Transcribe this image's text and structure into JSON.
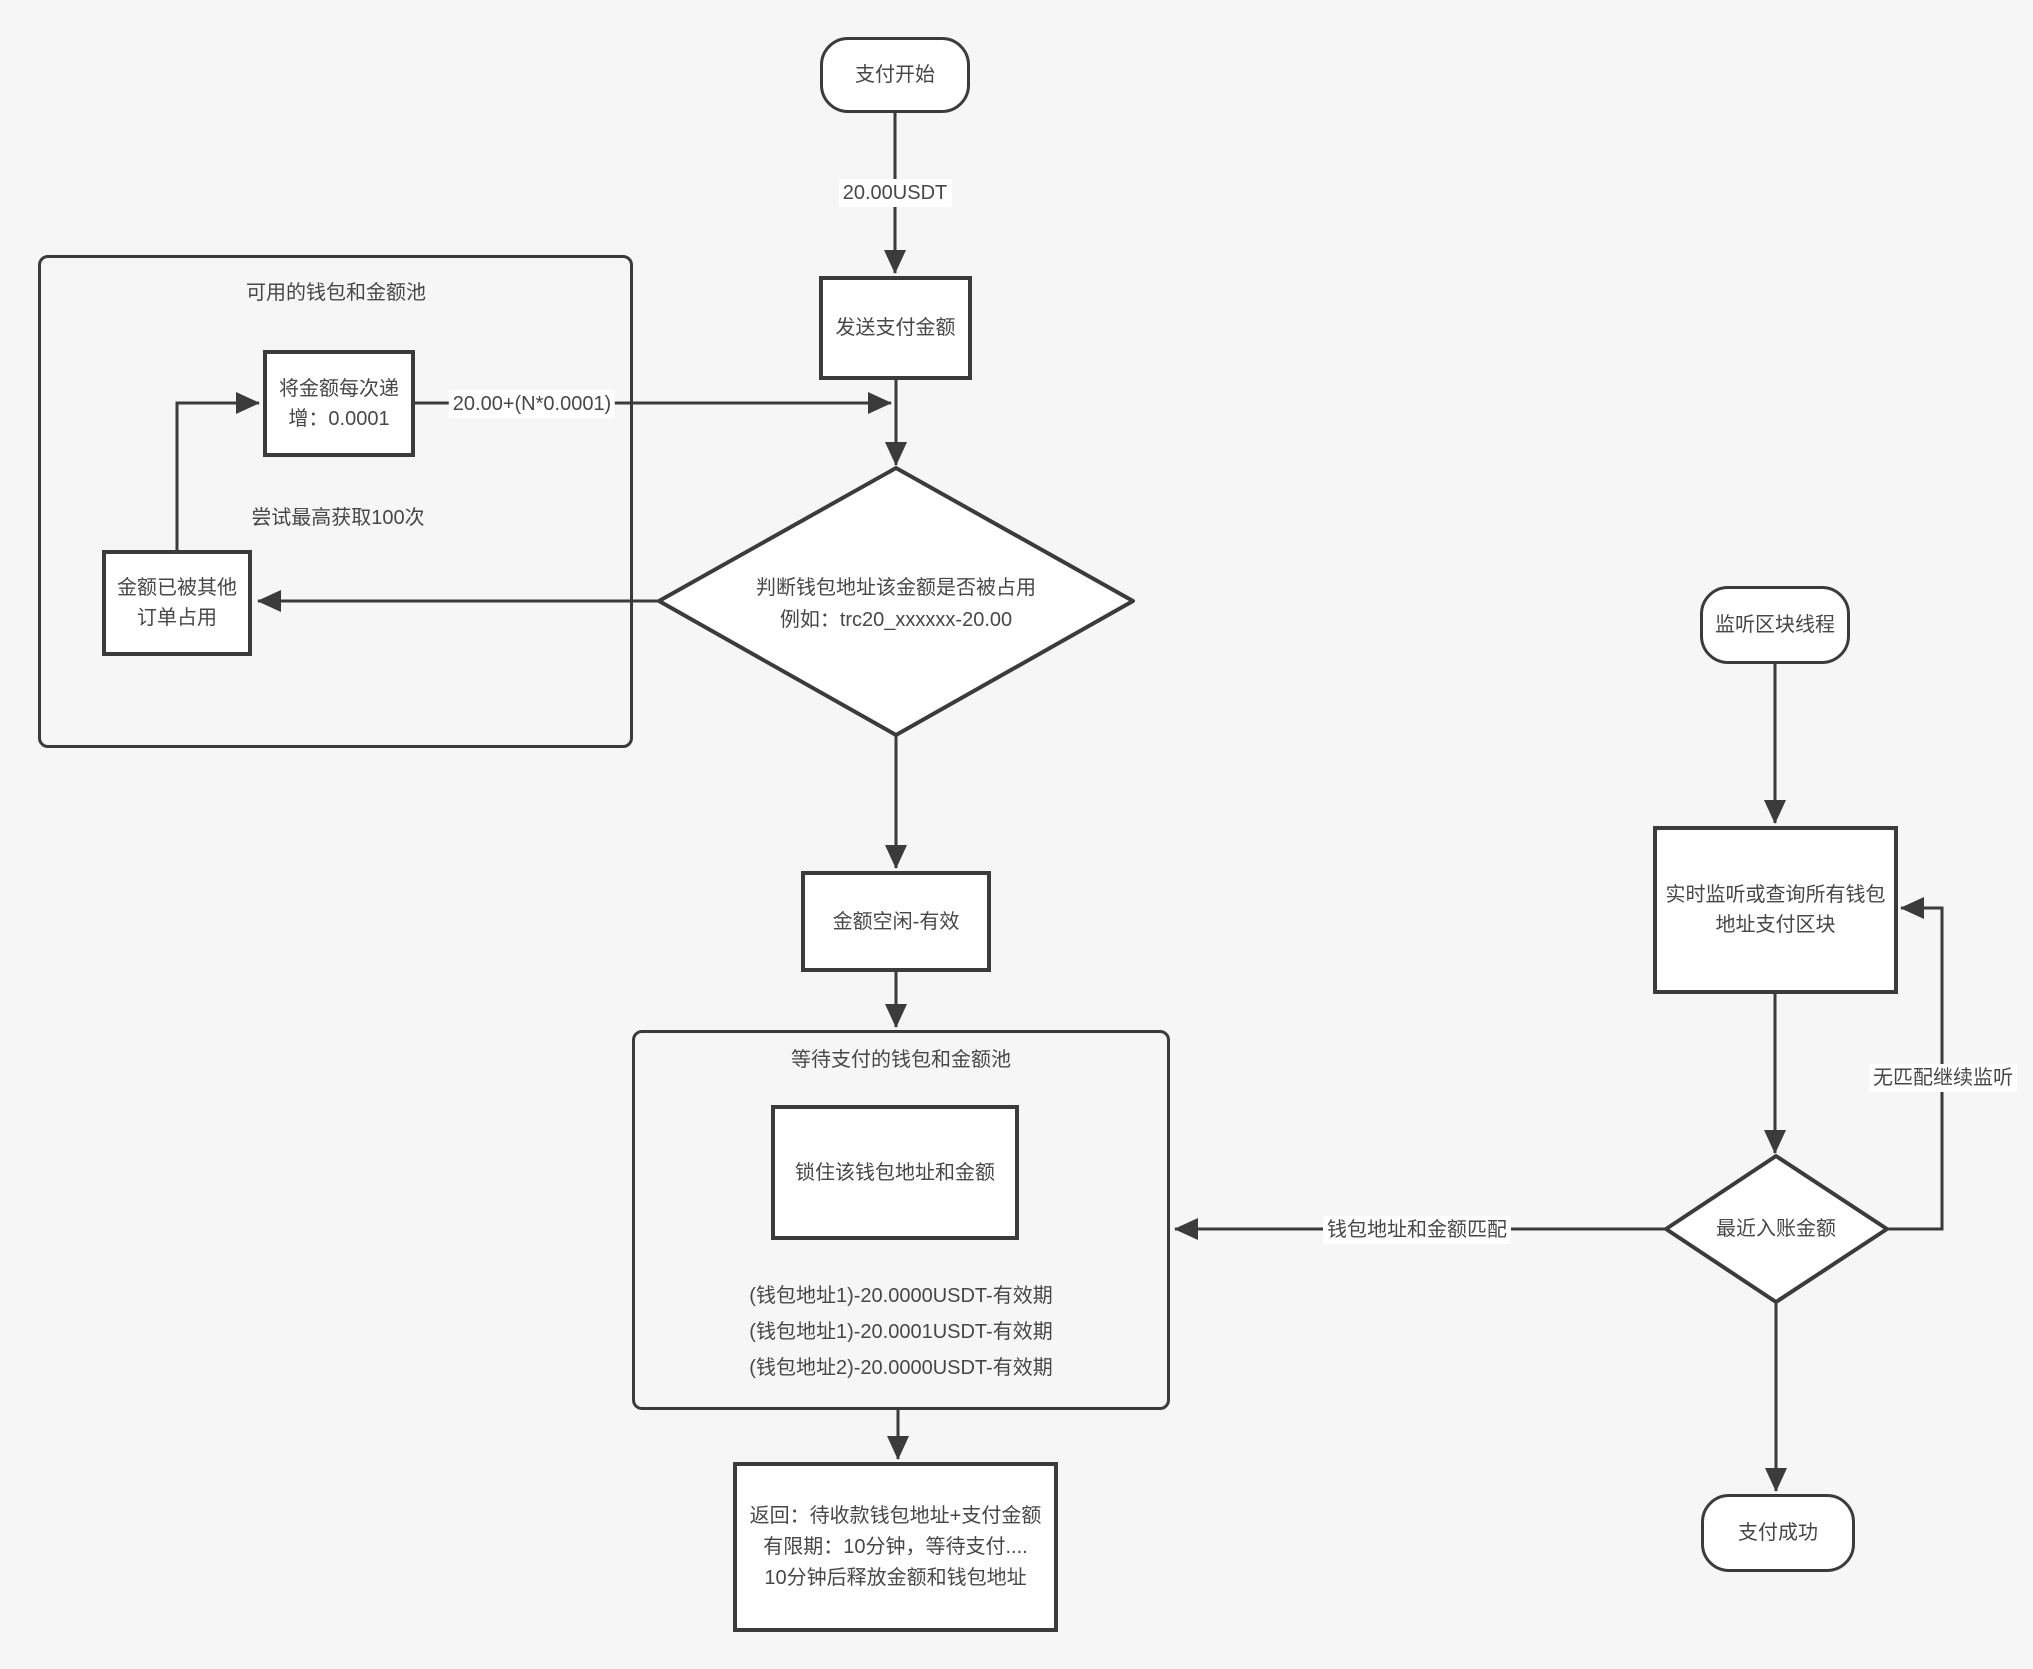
{
  "colors": {
    "background": "#f6f6f6",
    "stroke": "#3b3b3b",
    "node_fill": "#ffffff",
    "text": "#474747"
  },
  "nodes": {
    "start": {
      "label": "支付开始"
    },
    "send_amount": {
      "label": "发送支付金额"
    },
    "available_pool": {
      "title": "可用的钱包和金额池",
      "increment_box": "将金额每次递增：0.0001",
      "retry_note": "尝试最高获取100次",
      "occupied_box": "金额已被其他订单占用"
    },
    "check_occupied": {
      "line1": "判断钱包地址该金额是否被占用",
      "line2": "例如：trc20_xxxxxx-20.00"
    },
    "amount_free": {
      "label": "金额空闲-有效"
    },
    "waiting_pool": {
      "title": "等待支付的钱包和金额池",
      "lock_box": "锁住该钱包地址和金额",
      "entries": [
        "(钱包地址1)-20.0000USDT-有效期",
        "(钱包地址1)-20.0001USDT-有效期",
        "(钱包地址2)-20.0000USDT-有效期"
      ]
    },
    "return_info": {
      "line1": "返回：待收款钱包地址+支付金额",
      "line2": "有限期：10分钟，等待支付....",
      "line3": "10分钟后释放金额和钱包地址"
    },
    "listen_thread": {
      "label": "监听区块线程"
    },
    "monitor_block": {
      "label": "实时监听或查询所有钱包地址支付区块"
    },
    "recent_amount": {
      "label": "最近入账金额"
    },
    "success": {
      "label": "支付成功"
    }
  },
  "edge_labels": {
    "payment_amount": "20.00USDT",
    "increment_formula": "20.00+(N*0.0001)",
    "match": "钱包地址和金额匹配",
    "no_match": "无匹配继续监听"
  }
}
